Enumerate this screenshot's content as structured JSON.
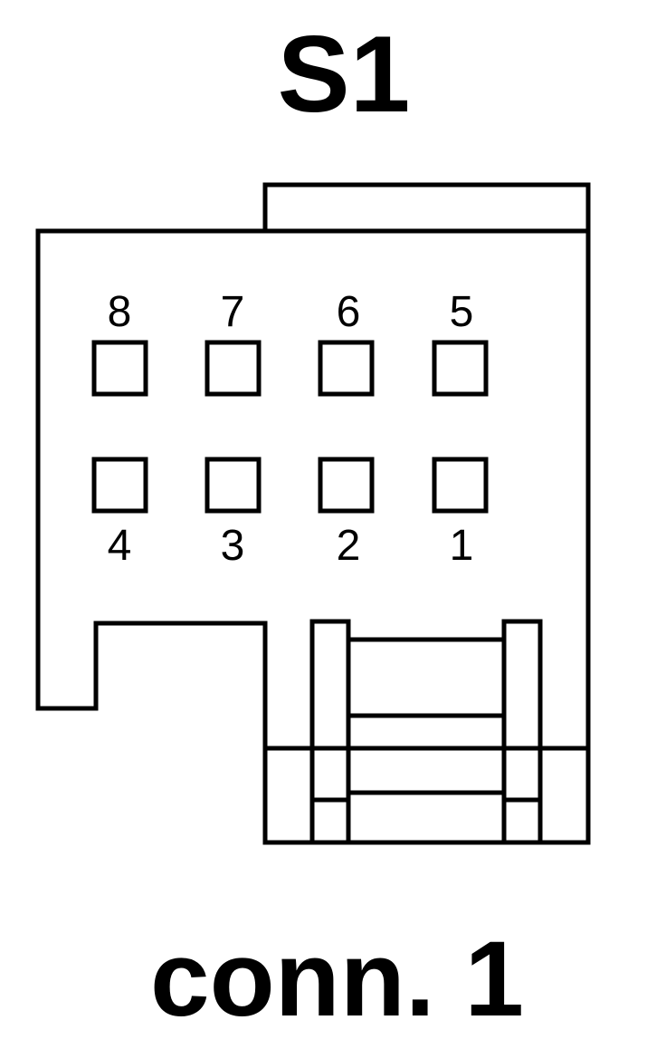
{
  "diagram": {
    "title": "S1",
    "footer": "conn. 1",
    "stroke_color": "#000000",
    "background_color": "#ffffff",
    "pins_top": [
      {
        "number": "8"
      },
      {
        "number": "7"
      },
      {
        "number": "6"
      },
      {
        "number": "5"
      }
    ],
    "pins_bottom": [
      {
        "number": "4"
      },
      {
        "number": "3"
      },
      {
        "number": "2"
      },
      {
        "number": "1"
      }
    ]
  }
}
